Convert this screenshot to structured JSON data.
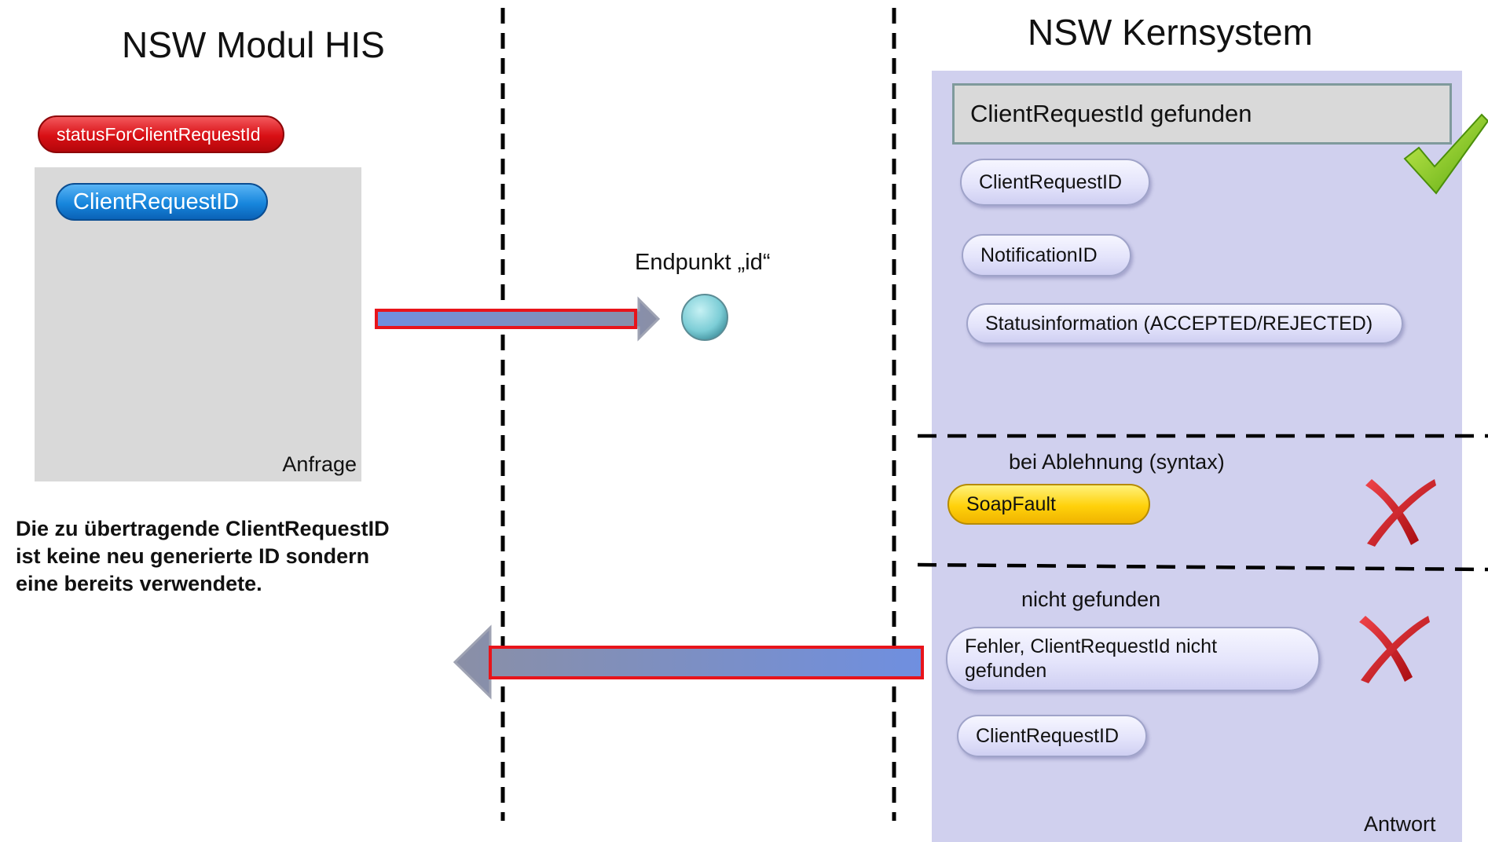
{
  "left_section": {
    "title": "NSW Modul HIS",
    "request_method": "statusForClientRequestId",
    "request_param": "ClientRequestID",
    "request_box_label": "Anfrage",
    "note": "Die zu übertragende ClientRequestID ist keine neu generierte ID sondern eine bereits verwendete."
  },
  "middle_section": {
    "endpoint_label": "Endpunkt „id“"
  },
  "right_section": {
    "title": "NSW Kernsystem",
    "found": {
      "header": "ClientRequestId gefunden",
      "fields": [
        "ClientRequestID",
        "NotificationID",
        "Statusinformation (ACCEPTED/REJECTED)"
      ]
    },
    "rejection": {
      "label": "bei Ablehnung  (syntax)",
      "fault": "SoapFault"
    },
    "not_found": {
      "label": "nicht gefunden",
      "error": "Fehler, ClientRequestId nicht gefunden",
      "field": "ClientRequestID"
    },
    "response_label": "Antwort"
  },
  "colors": {
    "response_panel": "#d0d0ee",
    "request_panel": "#d9d9d9",
    "arrow_fill": "#6f8fe0",
    "arrow_border": "#e8141b",
    "success": "#7ec31a",
    "failure": "#d91a22"
  },
  "icons": [
    "check-icon",
    "cross-icon",
    "cross-icon",
    "endpoint-circle-icon"
  ]
}
